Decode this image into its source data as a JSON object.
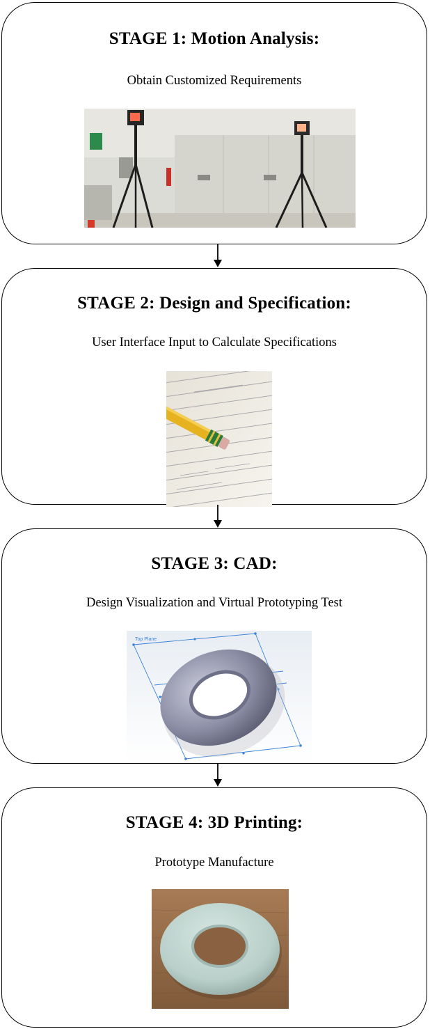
{
  "stages": [
    {
      "title": "STAGE 1: Motion Analysis:",
      "subtitle": "Obtain Customized Requirements",
      "image_icon": "motion-capture-cameras-photo"
    },
    {
      "title": "STAGE 2: Design and Specification:",
      "subtitle": "User Interface Input to Calculate Specifications",
      "image_icon": "pencil-on-paper-photo"
    },
    {
      "title": "STAGE 3: CAD:",
      "subtitle": "Design Visualization and Virtual Prototyping Test",
      "image_icon": "cad-torus-render",
      "image_text": "Top Plane"
    },
    {
      "title": "STAGE 4: 3D Printing:",
      "subtitle": "Prototype Manufacture",
      "image_icon": "printed-torus-photo"
    }
  ],
  "colors": {
    "border": "#000000",
    "torus_cad": "#8c8ea6",
    "torus_printed": "#b9cfc9",
    "plane_lines": "#3a82d8"
  }
}
